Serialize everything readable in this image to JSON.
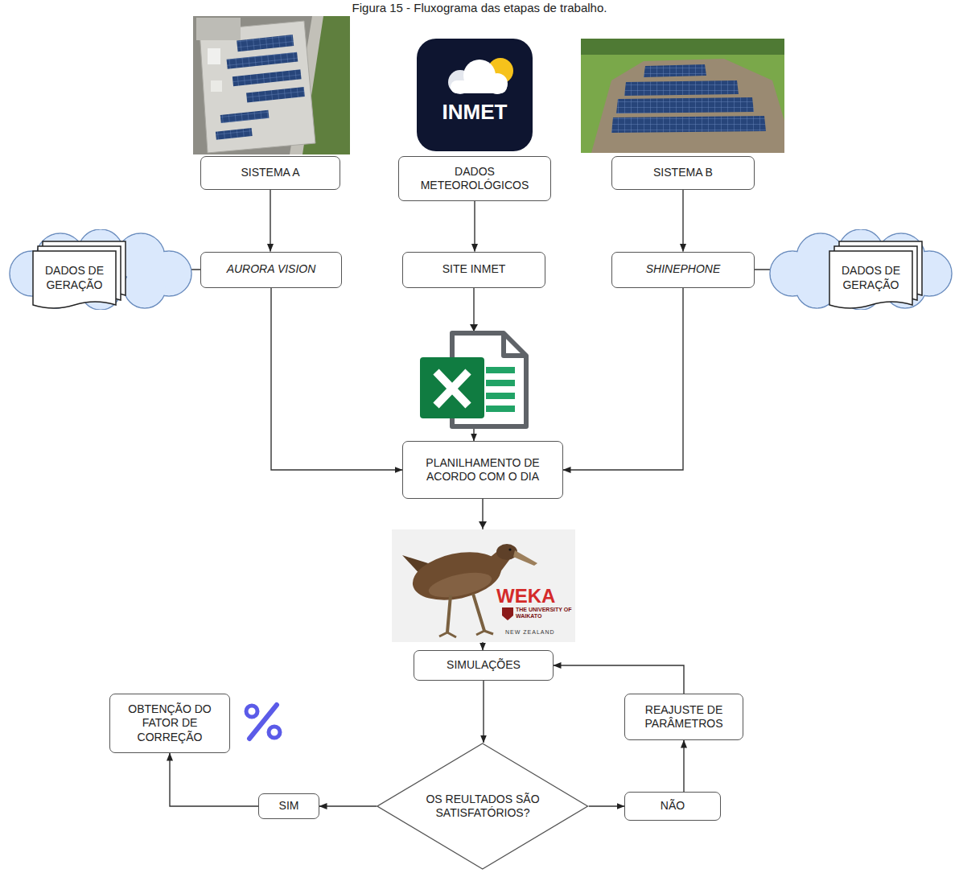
{
  "diagram": {
    "title": "Figura 15 - Fluxograma das etapas de trabalho.",
    "nodes": [
      {
        "text": [
          "SISTEMA A"
        ]
      },
      {
        "text": [
          "DADOS METEOROLÓGICOS"
        ]
      },
      {
        "text": [
          "SISTEMA B"
        ]
      },
      {
        "text": [
          "DADOS DE GERAÇÃO"
        ]
      },
      {
        "text": [
          "AURORA VISION"
        ]
      },
      {
        "text": [
          "SITE INMET"
        ]
      },
      {
        "text": [
          "SHINEPHONE"
        ]
      },
      {
        "text": [
          "DADOS DE GERAÇÃO"
        ]
      },
      {
        "text": [
          "PLANILHAMENTO DE ACORDO COM O DIA"
        ]
      },
      {
        "text": [
          "SIMULAÇÕES"
        ]
      },
      {
        "text": [
          "OBTENÇÃO DO FATOR DE CORREÇÃO"
        ]
      },
      {
        "text": [
          "REAJUSTE DE PARÂMETROS"
        ]
      },
      {
        "text": [
          "OS REULTADOS SÃO SATISFATÓRIOS?"
        ]
      },
      {
        "text": [
          "SIM"
        ]
      },
      {
        "text": [
          "NÃO"
        ]
      }
    ],
    "edges": [
      {
        "from": 0,
        "to": 4,
        "arrow": "to"
      },
      {
        "from": 1,
        "to": 5,
        "arrow": "to"
      },
      {
        "from": 2,
        "to": 6,
        "arrow": "to"
      },
      {
        "from": 4,
        "to": 3,
        "arrow": "to"
      },
      {
        "from": 6,
        "to": 7,
        "arrow": "to"
      },
      {
        "from": 5,
        "to": 8,
        "arrow": "to"
      },
      {
        "from": 4,
        "to": 8,
        "arrow": "to"
      },
      {
        "from": 6,
        "to": 8,
        "arrow": "to"
      },
      {
        "from": 8,
        "to": 9,
        "arrow": "to"
      },
      {
        "from": 9,
        "to": 12,
        "arrow": "to"
      },
      {
        "from": 12,
        "to": 13,
        "arrow": "to"
      },
      {
        "from": 13,
        "to": 10,
        "arrow": "to"
      },
      {
        "from": 12,
        "to": 14,
        "arrow": "to"
      },
      {
        "from": 14,
        "to": 11,
        "arrow": "to"
      },
      {
        "from": 11,
        "to": 9,
        "arrow": "to"
      }
    ],
    "labels": [
      "INMET",
      "WEKA",
      "THE UNIVERSITY OF WAIKATO",
      "NEW ZEALAND"
    ]
  }
}
